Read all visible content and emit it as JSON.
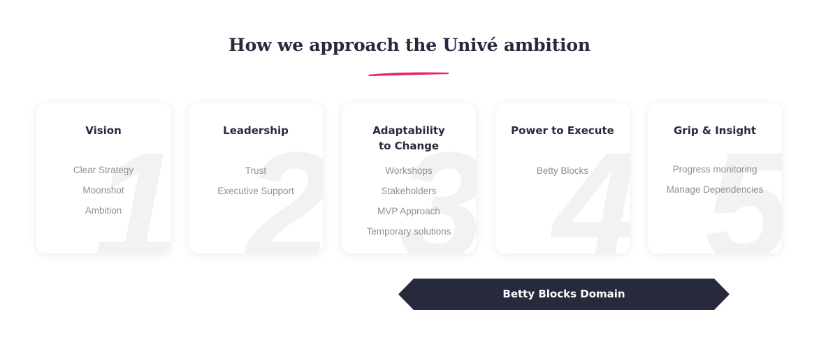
{
  "heading": "How we approach the Univé ambition",
  "colors": {
    "accent": "#e8245c",
    "dark": "#262a3c",
    "muted": "#8d8f99",
    "watermark": "#f2f2f3"
  },
  "cards": [
    {
      "number": "1",
      "title_lines": [
        "Vision"
      ],
      "items": [
        "Clear Strategy",
        "Moonshot",
        "Ambition"
      ]
    },
    {
      "number": "2",
      "title_lines": [
        "Leadership"
      ],
      "items": [
        "Trust",
        "Executive Support"
      ]
    },
    {
      "number": "3",
      "title_lines": [
        "Adaptability",
        "to Change"
      ],
      "items": [
        "Workshops",
        "Stakeholders",
        "MVP Approach",
        "Temporary solutions"
      ]
    },
    {
      "number": "4",
      "title_lines": [
        "Power to Execute"
      ],
      "items": [
        "Betty Blocks"
      ]
    },
    {
      "number": "5",
      "title_lines": [
        "Grip & Insight"
      ],
      "items": [
        "Progress monitoring",
        "Manage Dependencies"
      ]
    }
  ],
  "domain_banner": "Betty Blocks Domain"
}
